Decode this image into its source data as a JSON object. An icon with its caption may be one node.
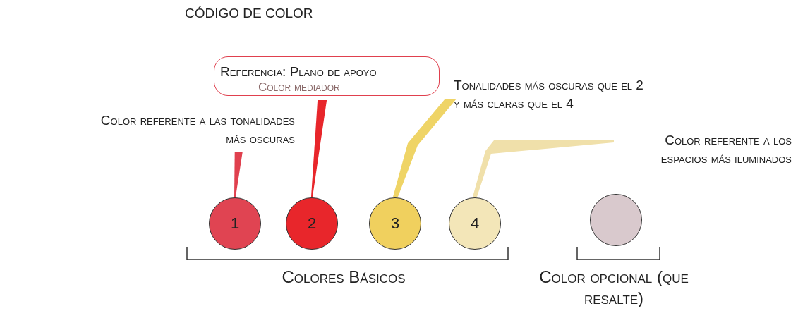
{
  "diagram": {
    "title": "CÓDIGO DE COLOR",
    "nodes": [
      {
        "text": [
          "Referencia: Plano de apoyo",
          "Color mediador"
        ]
      },
      {
        "text": [
          "Tonalidades más oscuras que el 2 y más claras que el 4"
        ]
      },
      {
        "text": [
          "Color referente a las tonalidades más oscuras"
        ]
      },
      {
        "text": [
          "Color referente a los espacios más iluminados"
        ]
      },
      {
        "text": [
          "1"
        ]
      },
      {
        "text": [
          "2"
        ]
      },
      {
        "text": [
          "3"
        ]
      },
      {
        "text": [
          "4"
        ]
      },
      {
        "text": [],
        "shape": "circle"
      }
    ],
    "edges": [
      {
        "from": 2,
        "to": 4,
        "arrow": "none",
        "color": "#e0404e"
      },
      {
        "from": 0,
        "to": 5,
        "arrow": "none",
        "color": "#e8262b"
      },
      {
        "from": 1,
        "to": 6,
        "arrow": "none",
        "color": "#efd466"
      },
      {
        "from": 3,
        "to": 7,
        "arrow": "none",
        "color": "#f0e0aa"
      }
    ],
    "labels": [
      "Colores Básicos",
      "Color opcional (que resalte)"
    ]
  }
}
